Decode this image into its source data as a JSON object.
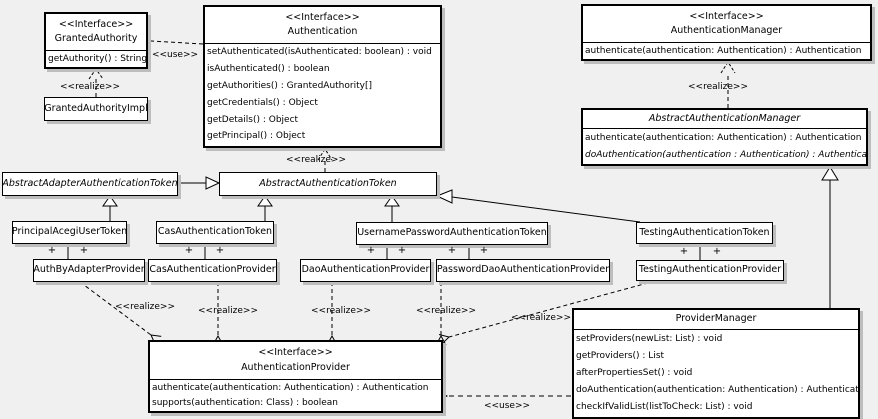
{
  "diagram": {
    "kind": "uml-class-diagram",
    "background_color": "#f0f0f0",
    "box_fill": "#ffffff",
    "line_color": "#000000"
  },
  "stereotypes": {
    "interface": "<<Interface>>",
    "realize": "<<realize>>",
    "use": "<<use>>"
  },
  "symbols": {
    "plus": "+"
  },
  "classes": {
    "granted_authority": {
      "stereotype": "<<Interface>>",
      "name": "GrantedAuthority",
      "methods": [
        "getAuthority() : String"
      ]
    },
    "granted_authority_impl": {
      "name": "GrantedAuthorityImpl"
    },
    "authentication": {
      "stereotype": "<<Interface>>",
      "name": "Authentication",
      "methods": [
        "setAuthenticated(isAuthenticated: boolean) : void",
        "isAuthenticated() : boolean",
        "getAuthorities() : GrantedAuthority[]",
        "getCredentials() : Object",
        "getDetails() : Object",
        "getPrincipal() : Object"
      ]
    },
    "authentication_manager": {
      "stereotype": "<<Interface>>",
      "name": "AuthenticationManager",
      "methods": [
        "authenticate(authentication: Authentication) : Authentication"
      ]
    },
    "abstract_authentication_manager": {
      "name": "AbstractAuthenticationManager",
      "abstract": true,
      "methods": [
        "authenticate(authentication: Authentication) : Authentication",
        "doAuthentication(authentication : Authentication) : Authentication"
      ]
    },
    "abstract_adapter_authentication_token": {
      "name": "AbstractAdapterAuthenticationToken",
      "abstract": true
    },
    "abstract_authentication_token": {
      "name": "AbstractAuthenticationToken",
      "abstract": true
    },
    "principal_acegi_user_token": {
      "name": "PrincipalAcegiUserToken"
    },
    "cas_authentication_token": {
      "name": "CasAuthenticationToken"
    },
    "username_password_authentication_token": {
      "name": "UsernamePasswordAuthenticationToken"
    },
    "testing_authentication_token": {
      "name": "TestingAuthenticationToken"
    },
    "auth_by_adapter_provider": {
      "name": "AuthByAdapterProvider"
    },
    "cas_authentication_provider": {
      "name": "CasAuthenticationProvider"
    },
    "dao_authentication_provider": {
      "name": "DaoAuthenticationProvider"
    },
    "password_dao_authentication_provider": {
      "name": "PasswordDaoAuthenticationProvider"
    },
    "testing_authentication_provider": {
      "name": "TestingAuthenticationProvider"
    },
    "authentication_provider": {
      "stereotype": "<<Interface>>",
      "name": "AuthenticationProvider",
      "methods": [
        "authenticate(authentication: Authentication) : Authentication",
        "supports(authentication: Class) : boolean"
      ]
    },
    "provider_manager": {
      "name": "ProviderManager",
      "methods": [
        "setProviders(newList: List) : void",
        "getProviders() : List",
        "afterPropertiesSet() : void",
        "doAuthentication(authentication: Authentication) : Authentication",
        "checkIfValidList(listToCheck: List) : void"
      ]
    }
  },
  "relationships": [
    "Authentication ..> GrantedAuthority <<use>>",
    "GrantedAuthorityImpl ..|> GrantedAuthority <<realize>>",
    "AbstractAuthenticationToken ..|> Authentication <<realize>>",
    "AbstractAuthenticationManager ..|> AuthenticationManager <<realize>>",
    "AbstractAdapterAuthenticationToken --|> AbstractAuthenticationToken",
    "PrincipalAcegiUserToken --|> AbstractAdapterAuthenticationToken",
    "CasAuthenticationToken --|> AbstractAuthenticationToken",
    "UsernamePasswordAuthenticationToken --|> AbstractAuthenticationToken",
    "TestingAuthenticationToken --|> AbstractAuthenticationToken",
    "PrincipalAcegiUserToken +--+ AuthByAdapterProvider",
    "CasAuthenticationToken +--+ CasAuthenticationProvider",
    "UsernamePasswordAuthenticationToken +--+ DaoAuthenticationProvider",
    "UsernamePasswordAuthenticationToken +--+ PasswordDaoAuthenticationProvider",
    "TestingAuthenticationToken +--+ TestingAuthenticationProvider",
    "AuthByAdapterProvider ..|> AuthenticationProvider <<realize>>",
    "CasAuthenticationProvider ..|> AuthenticationProvider <<realize>>",
    "DaoAuthenticationProvider ..|> AuthenticationProvider <<realize>>",
    "PasswordDaoAuthenticationProvider ..|> AuthenticationProvider <<realize>>",
    "TestingAuthenticationProvider ..|> AuthenticationProvider <<realize>>",
    "ProviderManager ..> AuthenticationProvider <<use>>",
    "ProviderManager --|> AbstractAuthenticationManager"
  ]
}
